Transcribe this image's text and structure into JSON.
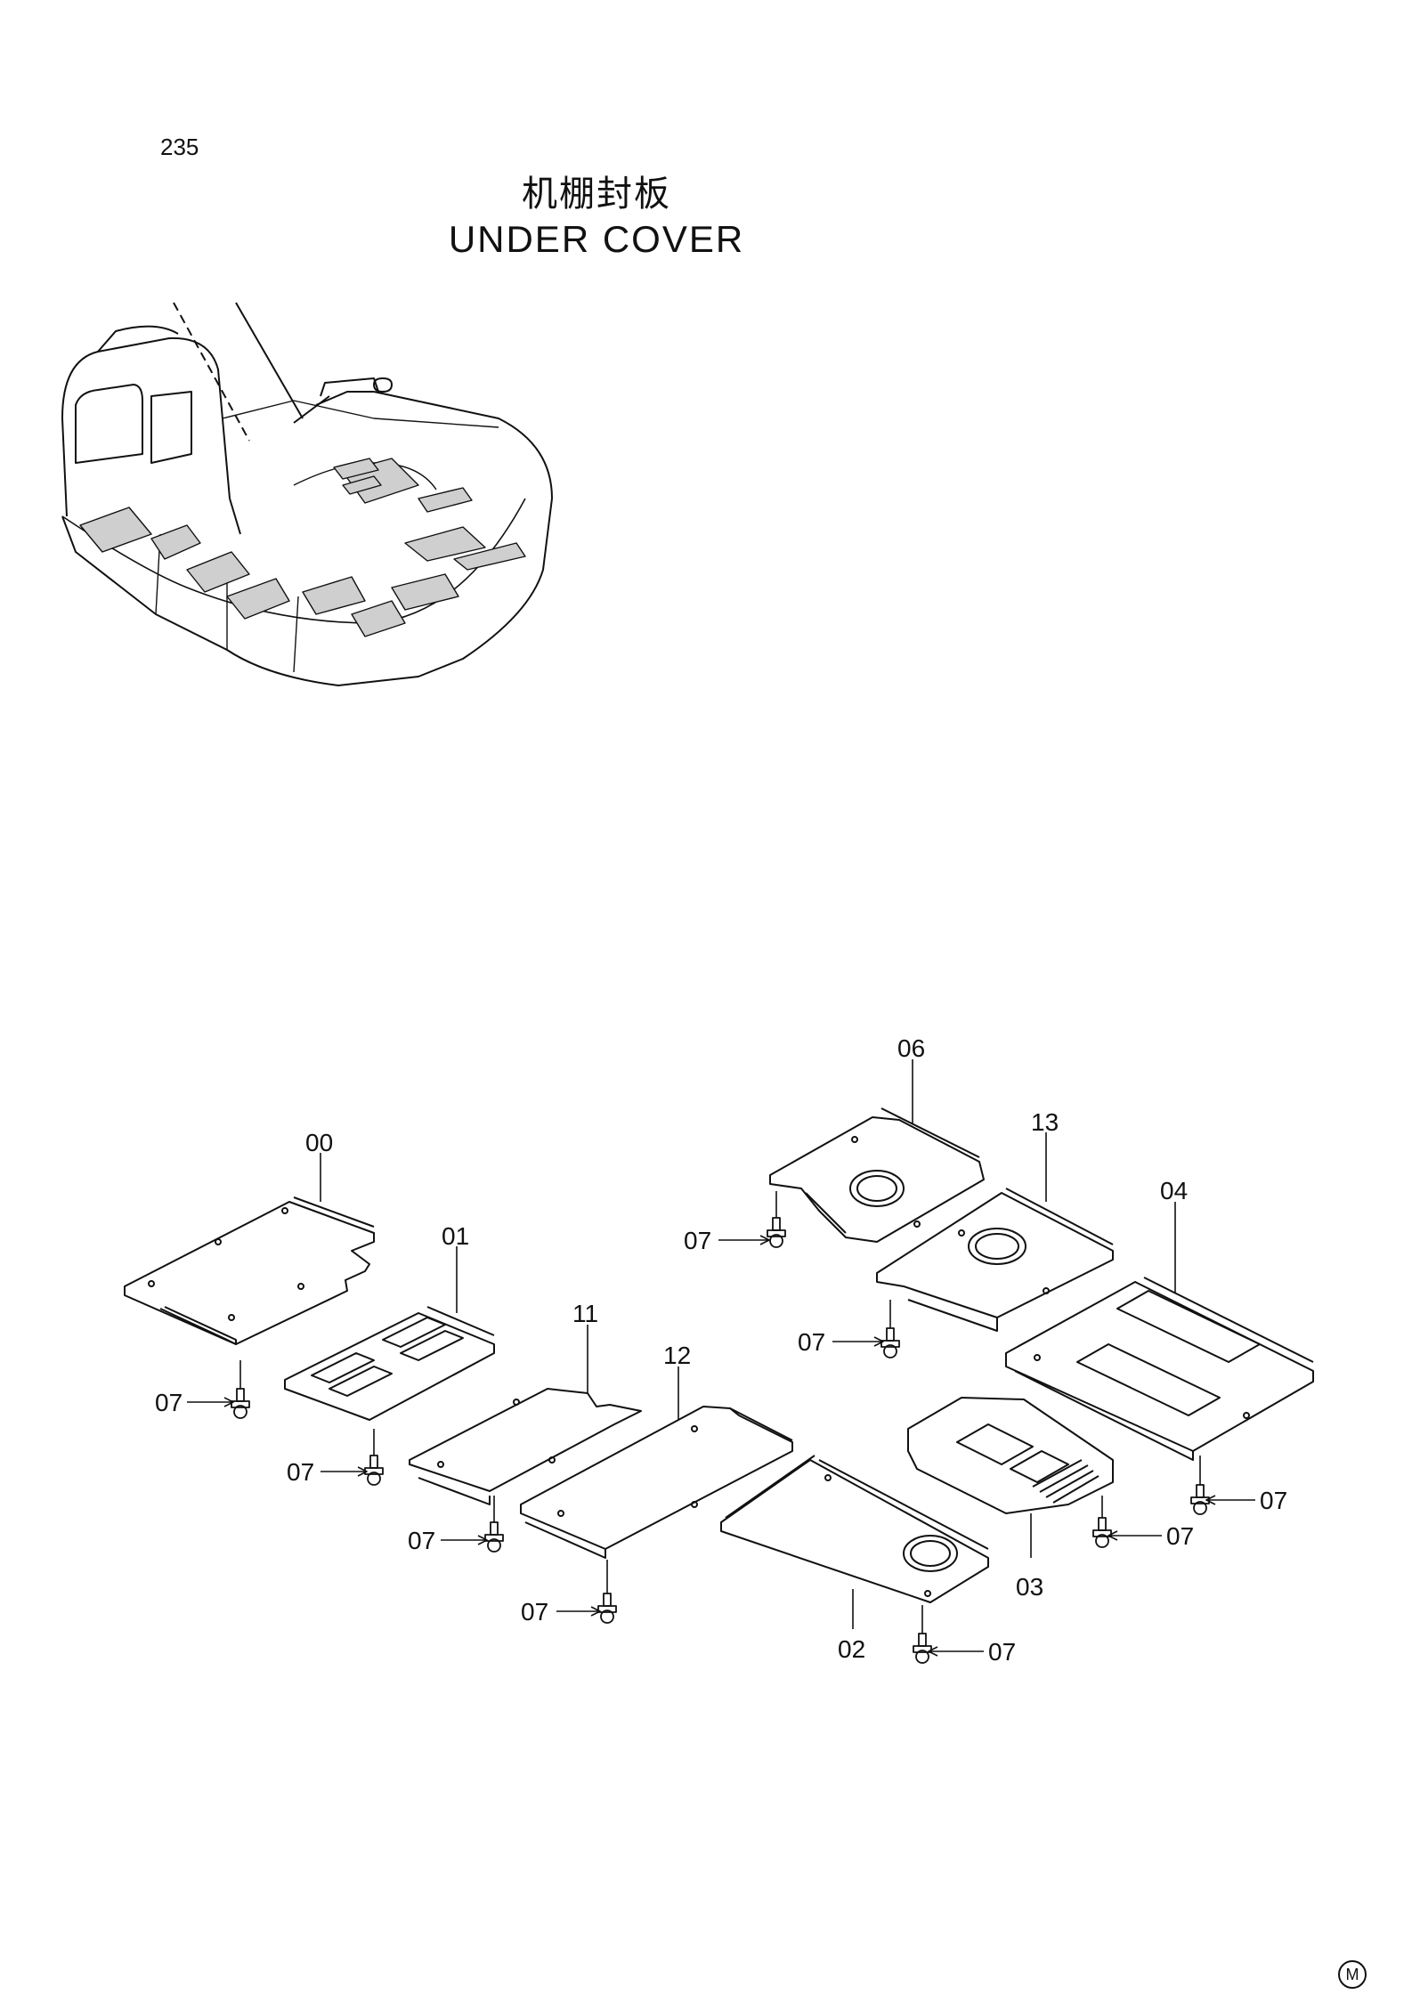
{
  "page": {
    "number": "235",
    "title_cn": "机棚封板",
    "title_en": "UNDER  COVER",
    "mark": "M"
  },
  "callouts": {
    "c00": "00",
    "c01": "01",
    "c02": "02",
    "c03": "03",
    "c04": "04",
    "c06": "06",
    "c11": "11",
    "c12": "12",
    "c13": "13",
    "c07a": "07",
    "c07b": "07",
    "c07c": "07",
    "c07d": "07",
    "c07e": "07",
    "c07f": "07",
    "c07g": "07",
    "c07h": "07",
    "c07i": "07"
  }
}
